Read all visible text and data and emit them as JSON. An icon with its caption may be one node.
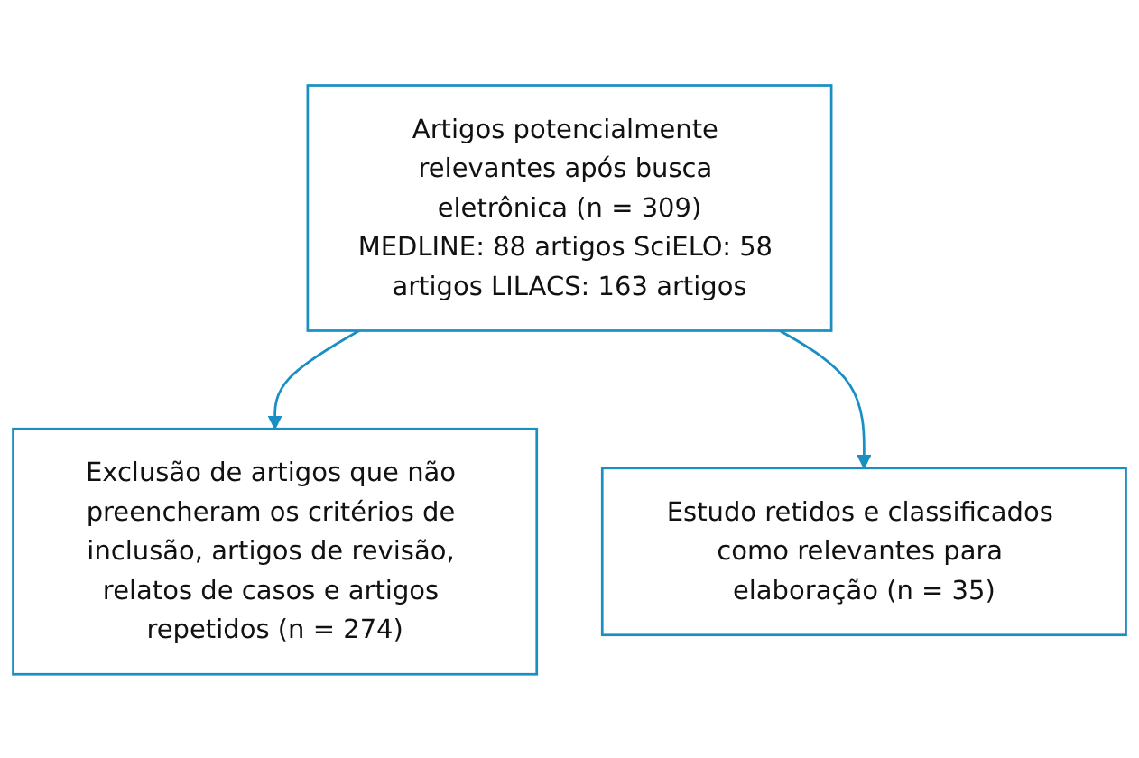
{
  "diagram": {
    "nodes": [
      {
        "text": [
          "Artigos potencialmente relevantes após busca eletrônica (n = 309)",
          "MEDLINE: 88 artigos SciELO: 58 artigos LILACS: 163 artigos"
        ]
      },
      {
        "text": [
          "Exclusão de artigos que não preencheram os critérios de inclusão, artigos de revisão, relatos de casos e artigos repetidos (n = 274)"
        ]
      },
      {
        "text": [
          "Estudo retidos e classificados como relevantes para elaboração (n = 35)"
        ]
      }
    ],
    "edges": [
      {
        "from": 0,
        "to": 1,
        "arrow": "to"
      },
      {
        "from": 0,
        "to": 2,
        "arrow": "to"
      }
    ]
  }
}
